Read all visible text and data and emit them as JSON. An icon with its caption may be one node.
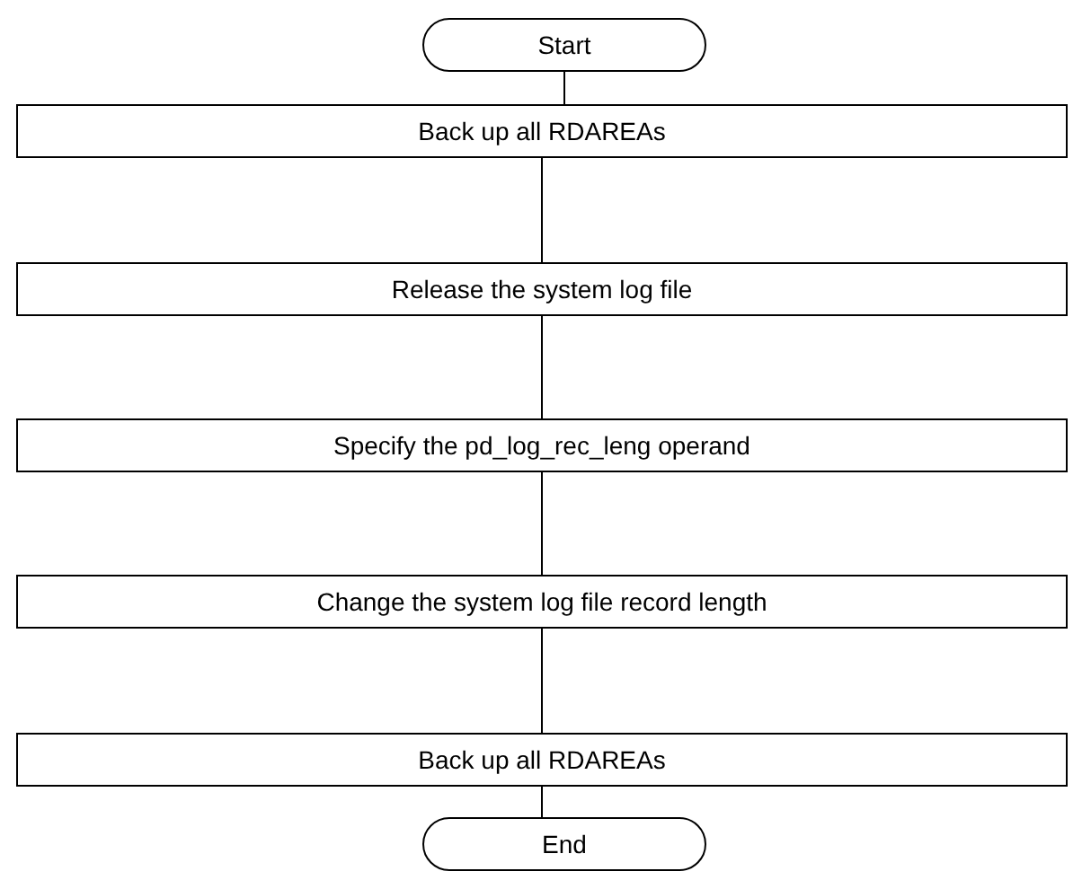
{
  "diagram": {
    "nodes": [
      {
        "text": [
          "Start"
        ]
      },
      {
        "text": [
          "Back up all RDAREAs"
        ]
      },
      {
        "text": [
          "Release the system log file"
        ]
      },
      {
        "text": [
          "Specify the pd_log_rec_leng operand"
        ]
      },
      {
        "text": [
          "Change the system log file record length"
        ]
      },
      {
        "text": [
          "Back up all RDAREAs"
        ]
      },
      {
        "text": [
          "End"
        ]
      }
    ],
    "edges": [
      {
        "from": 0,
        "to": 1,
        "arrow": "none"
      },
      {
        "from": 1,
        "to": 2,
        "arrow": "none"
      },
      {
        "from": 2,
        "to": 3,
        "arrow": "none"
      },
      {
        "from": 3,
        "to": 4,
        "arrow": "none"
      },
      {
        "from": 4,
        "to": 5,
        "arrow": "none"
      },
      {
        "from": 5,
        "to": 6,
        "arrow": "none"
      }
    ]
  }
}
